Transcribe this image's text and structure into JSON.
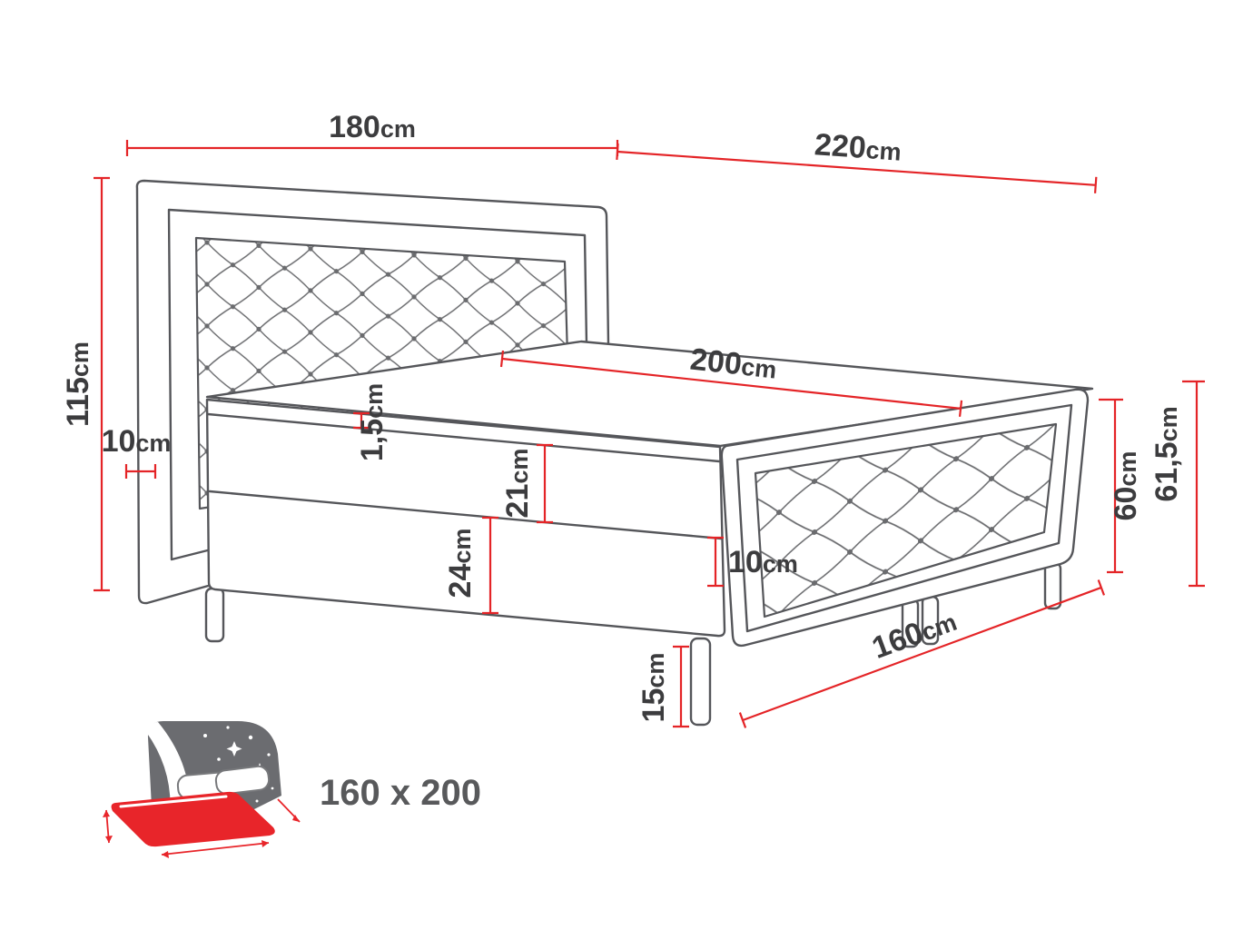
{
  "diagram": {
    "dimensions": {
      "d180": {
        "value": "180",
        "unit": "cm"
      },
      "d220": {
        "value": "220",
        "unit": "cm"
      },
      "d115": {
        "value": "115",
        "unit": "cm"
      },
      "d10hb": {
        "value": "10",
        "unit": "cm"
      },
      "d200": {
        "value": "200",
        "unit": "cm"
      },
      "d15t": {
        "value": "1,5",
        "unit": "cm"
      },
      "d21": {
        "value": "21",
        "unit": "cm"
      },
      "d24": {
        "value": "24",
        "unit": "cm"
      },
      "d10b": {
        "value": "10",
        "unit": "cm"
      },
      "d60": {
        "value": "60",
        "unit": "cm"
      },
      "d615": {
        "value": "61,5",
        "unit": "cm"
      },
      "d160": {
        "value": "160",
        "unit": "cm"
      },
      "d15l": {
        "value": "15",
        "unit": "cm"
      }
    },
    "size_label": "160 x 200",
    "colors": {
      "dimension_red": "#e42427",
      "drawing_gray": "#55565a",
      "label_text": "#3c3c3e",
      "icon_gray": "#6b6c70",
      "icon_red": "#e8252a"
    }
  }
}
